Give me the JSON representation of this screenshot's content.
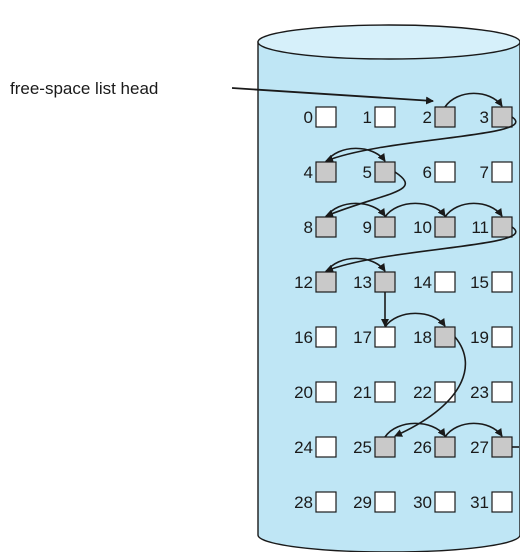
{
  "head_label": "free-space list head",
  "free_block_color": "#c9c9c9",
  "used_block_color": "#ffffff",
  "cylinder_color": "#bfe6f5",
  "arrow_color": "#1a1a1a",
  "blocks": [
    {
      "label": "0",
      "free": false
    },
    {
      "label": "1",
      "free": false
    },
    {
      "label": "2",
      "free": true
    },
    {
      "label": "3",
      "free": true
    },
    {
      "label": "4",
      "free": true
    },
    {
      "label": "5",
      "free": true
    },
    {
      "label": "6",
      "free": false
    },
    {
      "label": "7",
      "free": false
    },
    {
      "label": "8",
      "free": true
    },
    {
      "label": "9",
      "free": true
    },
    {
      "label": "10",
      "free": true
    },
    {
      "label": "11",
      "free": true
    },
    {
      "label": "12",
      "free": true
    },
    {
      "label": "13",
      "free": true
    },
    {
      "label": "14",
      "free": false
    },
    {
      "label": "15",
      "free": false
    },
    {
      "label": "16",
      "free": false
    },
    {
      "label": "17",
      "free": false
    },
    {
      "label": "18",
      "free": true
    },
    {
      "label": "19",
      "free": false
    },
    {
      "label": "20",
      "free": false
    },
    {
      "label": "21",
      "free": false
    },
    {
      "label": "22",
      "free": false
    },
    {
      "label": "23",
      "free": false
    },
    {
      "label": "24",
      "free": false
    },
    {
      "label": "25",
      "free": true
    },
    {
      "label": "26",
      "free": true
    },
    {
      "label": "27",
      "free": true
    },
    {
      "label": "28",
      "free": false
    },
    {
      "label": "29",
      "free": false
    },
    {
      "label": "30",
      "free": false
    },
    {
      "label": "31",
      "free": false
    }
  ],
  "free_chain": [
    2,
    3,
    4,
    5,
    8,
    9,
    10,
    11,
    12,
    13,
    17,
    18,
    25,
    26,
    27
  ]
}
